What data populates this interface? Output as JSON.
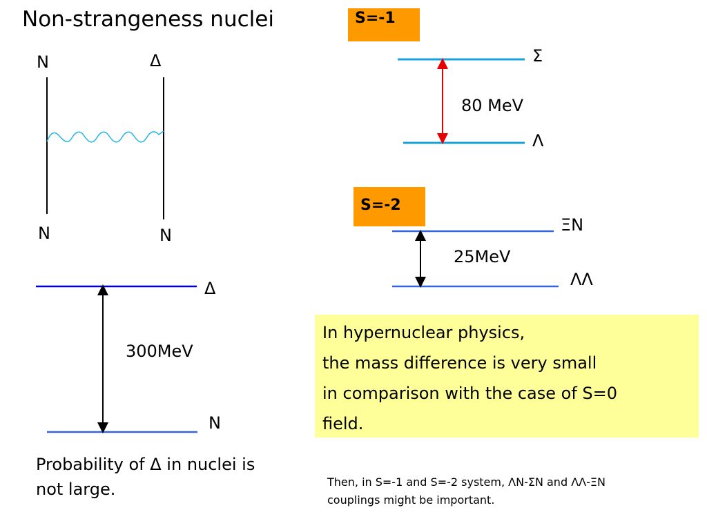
{
  "title": "Non-strangeness nuclei",
  "feynman": {
    "top_left": "N",
    "top_right": "Δ",
    "bottom_left": "N",
    "bottom_right": "N"
  },
  "delta_levels": {
    "upper": "Δ",
    "lower": "N",
    "gap": "300MeV"
  },
  "s_minus_1": {
    "badge": "S=-1",
    "upper": "Σ",
    "lower": "Λ",
    "gap": "80 MeV"
  },
  "s_minus_2": {
    "badge": "S=-2",
    "upper": "ΞN",
    "lower": "ΛΛ",
    "gap": "25MeV"
  },
  "note": {
    "lines": [
      "In hypernuclear physics,",
      "the mass difference is very small",
      "in comparison with the case of S=0",
      "field."
    ]
  },
  "probability": {
    "lines": [
      "Probability of Δ   in nuclei is",
      "not large."
    ]
  },
  "conclusion": {
    "lines": [
      "Then, in S=-1 and S=-2 system, ΛN-ΣN and ΛΛ-ΞN",
      "couplings  might be important."
    ]
  },
  "colors": {
    "badge": "#ff9900",
    "note_bg": "#ffff99",
    "level_cyan": "#1aa3d9",
    "level_blue": "#3366dd",
    "level_navy": "#0000cc",
    "arrow_red": "#e60000"
  }
}
